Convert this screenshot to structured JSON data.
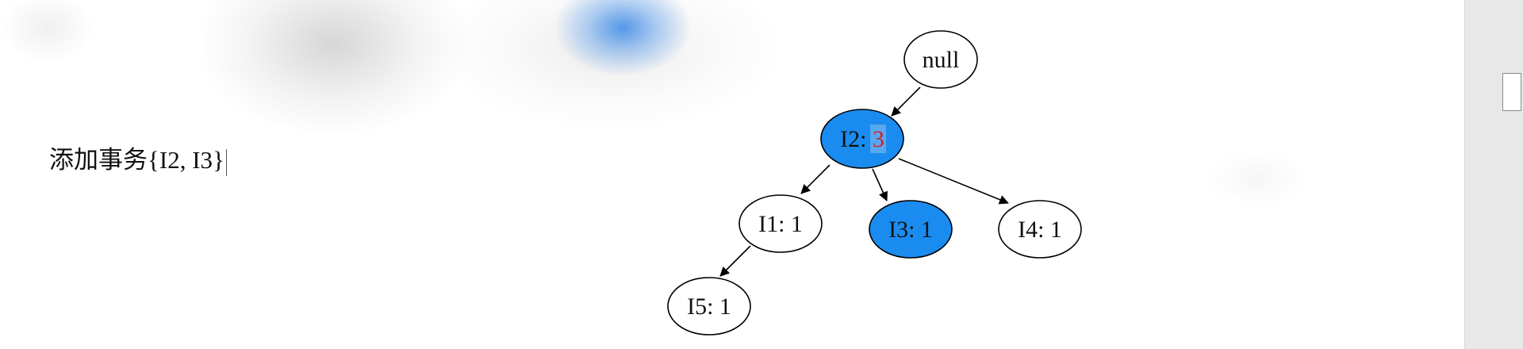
{
  "document": {
    "line_text": "添加事务{I2, I3}"
  },
  "tree": {
    "root": {
      "label": "null"
    },
    "nodes": [
      {
        "id": "I2",
        "item": "I2",
        "count": "3",
        "highlighted": true,
        "count_color": "#d62020"
      },
      {
        "id": "I1",
        "item": "I1",
        "count": "1",
        "highlighted": false
      },
      {
        "id": "I3",
        "item": "I3",
        "count": "1",
        "highlighted": true
      },
      {
        "id": "I4",
        "item": "I4",
        "count": "1",
        "highlighted": false
      },
      {
        "id": "I5",
        "item": "I5",
        "count": "1",
        "highlighted": false
      }
    ],
    "edges": [
      {
        "from": "null",
        "to": "I2"
      },
      {
        "from": "I2",
        "to": "I1"
      },
      {
        "from": "I2",
        "to": "I3"
      },
      {
        "from": "I2",
        "to": "I4"
      },
      {
        "from": "I1",
        "to": "I5"
      }
    ]
  },
  "colors": {
    "highlight_fill": "#1a8cf0",
    "node_stroke": "#000000",
    "count_red": "#d62020",
    "background": "#ffffff"
  }
}
